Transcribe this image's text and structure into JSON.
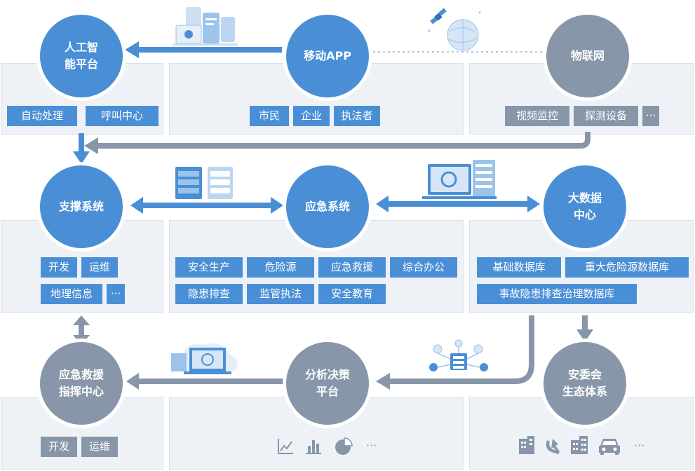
{
  "colors": {
    "blue": "#4a8fd6",
    "gray": "#8796a8",
    "panel": "#eef2f7",
    "arrow_blue": "#4a8fd6",
    "arrow_gray": "#8796a8"
  },
  "nodes": {
    "ai_platform": [
      "人工智",
      "能平台"
    ],
    "mobile_app": [
      "移动APP"
    ],
    "iot": [
      "物联网"
    ],
    "support_system": [
      "支撑系统"
    ],
    "emergency_system": [
      "应急系统"
    ],
    "big_data": [
      "大数据",
      "中心"
    ],
    "command_center": [
      "应急救援",
      "指挥中心"
    ],
    "analysis_platform": [
      "分析决策",
      "平台"
    ],
    "safety_committee": [
      "安委会",
      "生态体系"
    ]
  },
  "tags": {
    "ai": [
      "自动处理",
      "呼叫中心"
    ],
    "mobile": [
      "市民",
      "企业",
      "执法者"
    ],
    "iot": [
      "视频监控",
      "探测设备",
      "···"
    ],
    "support": [
      "开发",
      "运维",
      "地理信息",
      "···"
    ],
    "emergency": [
      "安全生产",
      "危险源",
      "应急救援",
      "综合办公",
      "隐患排查",
      "监管执法",
      "安全教育"
    ],
    "bigdata": [
      "基础数据库",
      "重大危险源数据库",
      "事故隐患排查治理数据库"
    ],
    "command": [
      "开发",
      "运维"
    ]
  },
  "icons": {
    "analysis": [
      "line-chart-icon",
      "bar-chart-icon",
      "pie-chart-icon"
    ],
    "analysis_more": "···",
    "committee": [
      "office-building-icon",
      "party-emblem-icon",
      "city-buildings-icon",
      "car-icon"
    ],
    "committee_more": "···"
  }
}
